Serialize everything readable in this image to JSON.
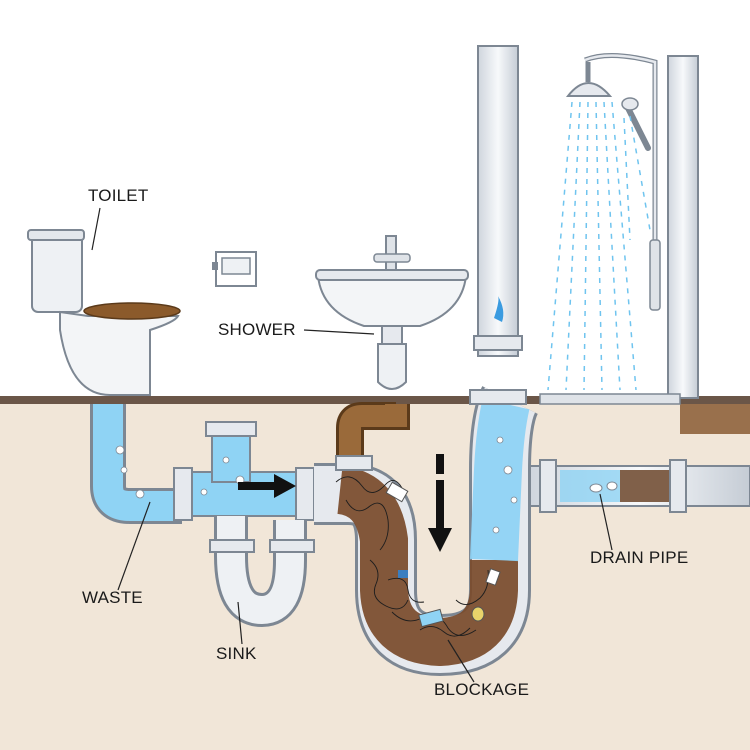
{
  "labels": {
    "toilet": "TOILET",
    "shower": "SHOWER",
    "waste": "WASTE",
    "sink": "SINK",
    "blockage": "BLOCKAGE",
    "drain_pipe": "DRAIN PIPE"
  },
  "colors": {
    "pipe": "#e6e9ee",
    "pipe_outline": "#7d8793",
    "water": "#8fd3f4",
    "sludge": "#7a4a2a",
    "ground": "#eee3d6",
    "floor": "#5d4a3f",
    "toilet_seat": "#8b5a2b",
    "arrow": "#111111"
  }
}
